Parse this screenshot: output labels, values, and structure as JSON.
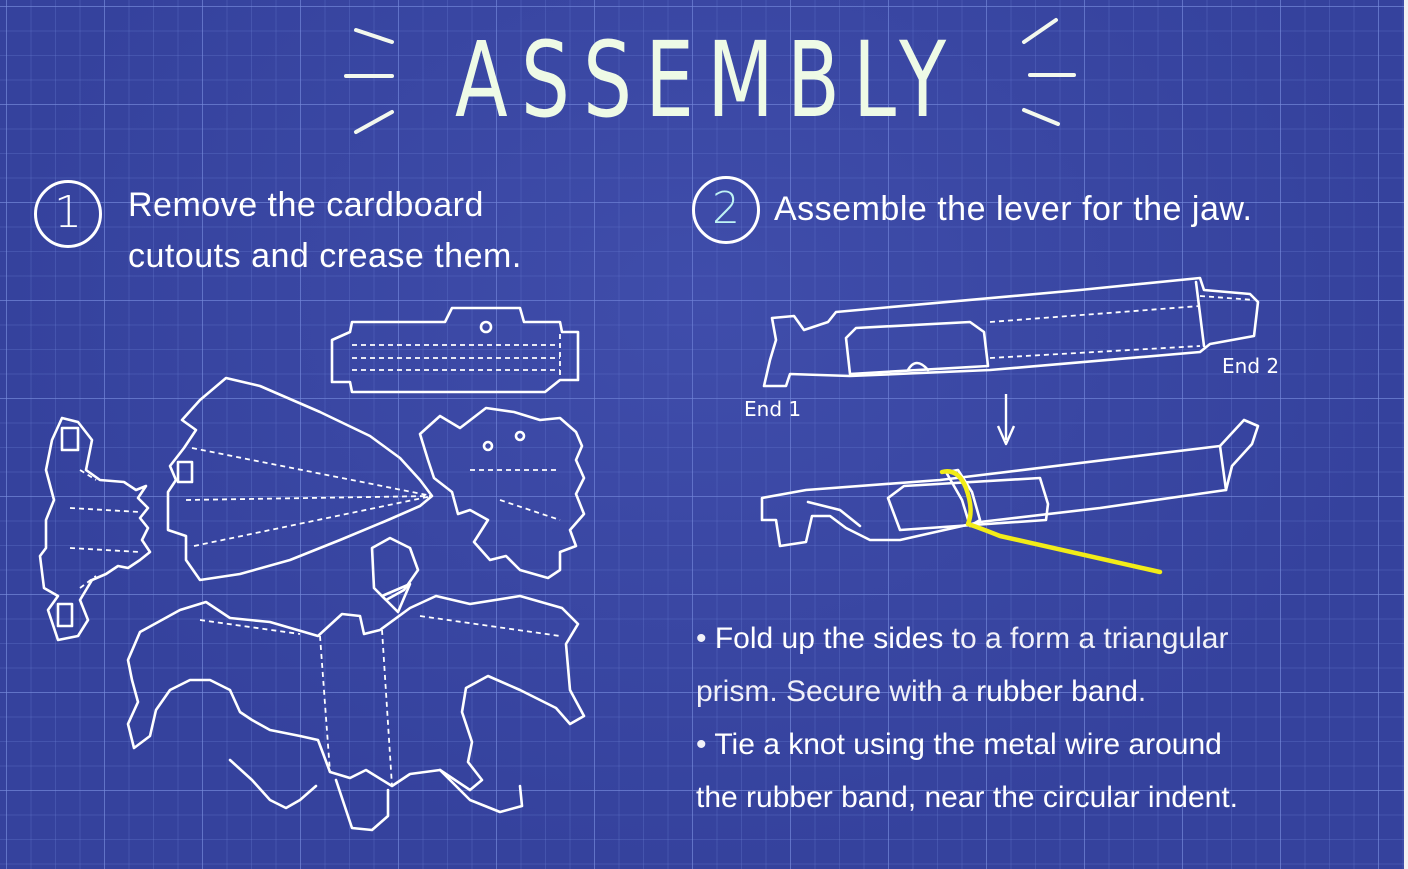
{
  "title": "ASSEMBLY",
  "steps": [
    {
      "number": "1",
      "line1": "Remove the cardboard",
      "line2": "cutouts and crease them."
    },
    {
      "number": "2",
      "line1": "Assemble the lever for the jaw."
    }
  ],
  "lever_labels": {
    "end1": "End 1",
    "end2": "End 2"
  },
  "bullets": [
    {
      "marker": "•",
      "bold1": "Fold up the sides",
      "text1": " to a form a triangular",
      "text2": "prism. Secure with a ",
      "bold2": "rubber band",
      "text3": "."
    },
    {
      "marker": "•",
      "bold1": "Tie a knot using the metal wire around",
      "text2": "the rubber band, near the circular indent."
    }
  ],
  "colors": {
    "background": "#35429d",
    "grid": "#7a8cdc",
    "title": "#eefae6",
    "wire": "#f2ec18",
    "badge_two_digit": "#bff3f4"
  }
}
